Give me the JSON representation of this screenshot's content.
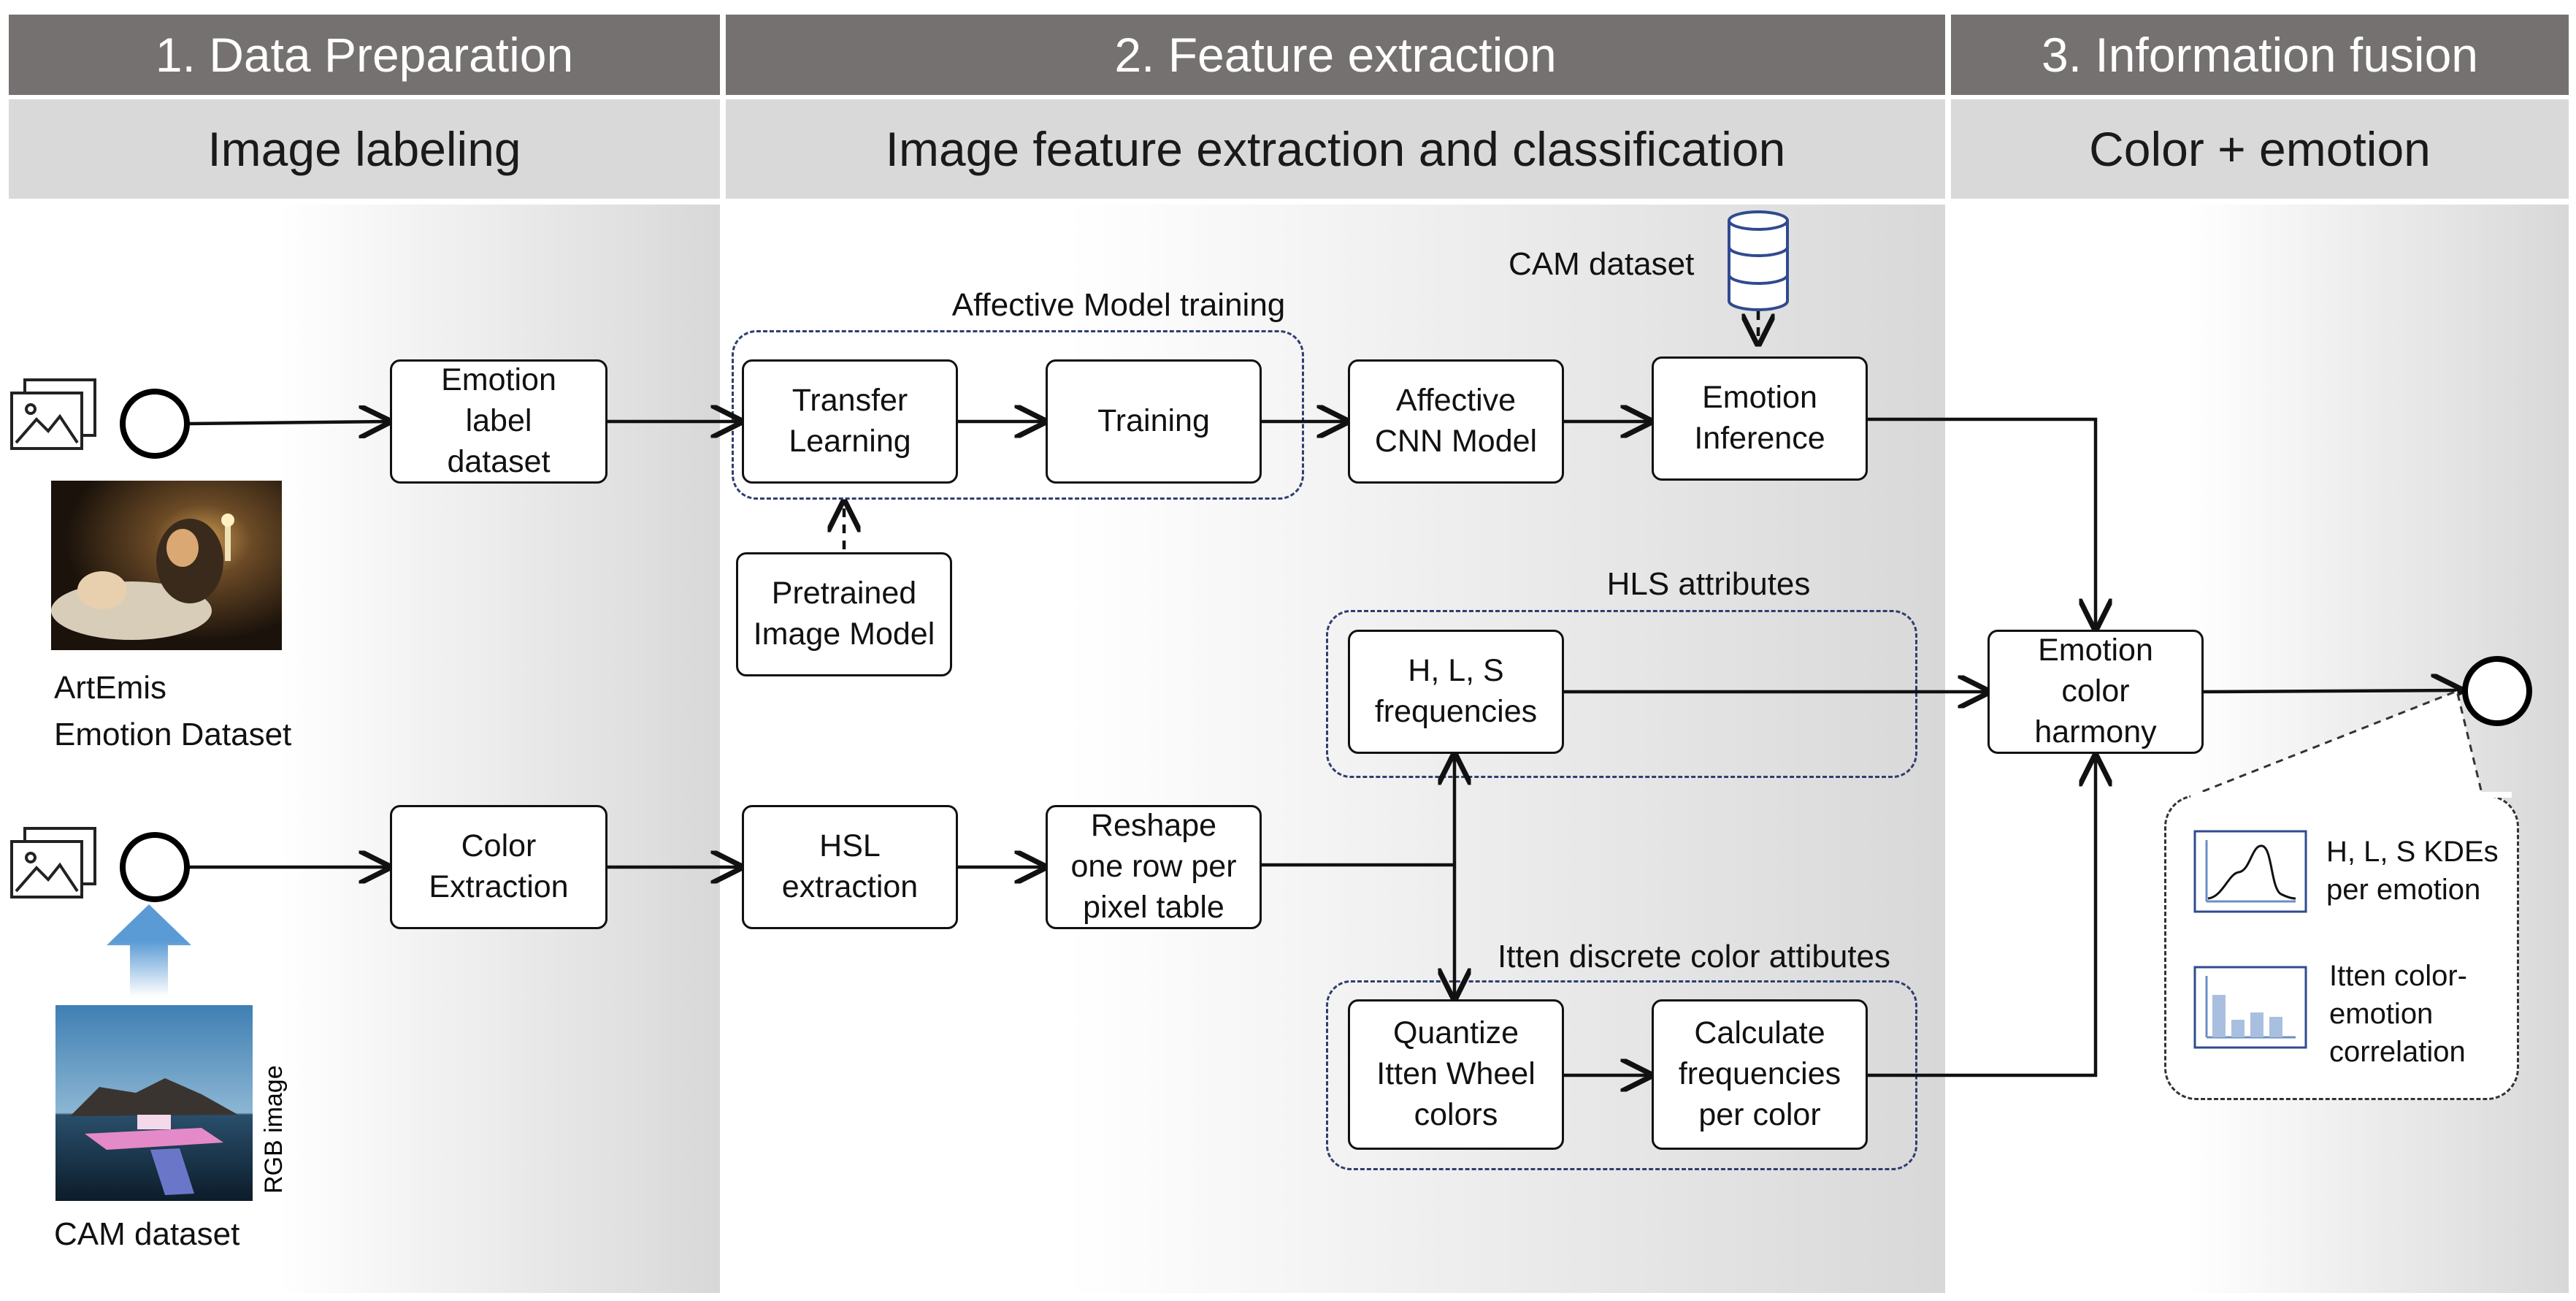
{
  "columns": [
    {
      "header": "1. Data Preparation",
      "subheader": "Image labeling"
    },
    {
      "header": "2. Feature extraction",
      "subheader": "Image feature extraction and classification"
    },
    {
      "header": "3. Information fusion",
      "subheader": "Color + emotion"
    }
  ],
  "boxes": {
    "emotion_label_dataset": "Emotion\nlabel\ndataset",
    "transfer_learning": "Transfer\nLearning",
    "training": "Training",
    "affective_cnn": "Affective\nCNN Model",
    "emotion_inference": "Emotion\nInference",
    "pretrained_model": "Pretrained\nImage Model",
    "hls_frequencies": "H, L, S\nfrequencies",
    "emotion_color_harmony": "Emotion\ncolor\nharmony",
    "color_extraction": "Color\nExtraction",
    "hsl_extraction": "HSL\nextraction",
    "reshape": "Reshape\none row per\npixel table",
    "quantize": "Quantize\nItten Wheel\ncolors",
    "calculate_frequencies": "Calculate\nfrequencies\nper color"
  },
  "groups": {
    "affective_training": "Affective Model training",
    "hls_attributes": "HLS attributes",
    "itten_attributes": "Itten discrete color attibutes"
  },
  "labels": {
    "cam_dataset_db": "CAM dataset",
    "artemis": "ArtEmis\nEmotion Dataset",
    "cam_dataset": "CAM dataset",
    "rgb_image": "RGB image"
  },
  "outputs": {
    "kde": "H, L, S KDEs\nper emotion",
    "itten_corr": "Itten color-\nemotion\ncorrelation"
  },
  "icons": [
    "image-stack-icon",
    "database-icon",
    "kde-chart-icon",
    "bar-chart-icon",
    "upload-arrow-icon"
  ],
  "colors": {
    "header_dark": "#767171",
    "header_light": "#d9d9d9",
    "group_border": "#2f3e6e",
    "database": "#2f4b8f",
    "upload_arrow": "#5b9bd5"
  }
}
